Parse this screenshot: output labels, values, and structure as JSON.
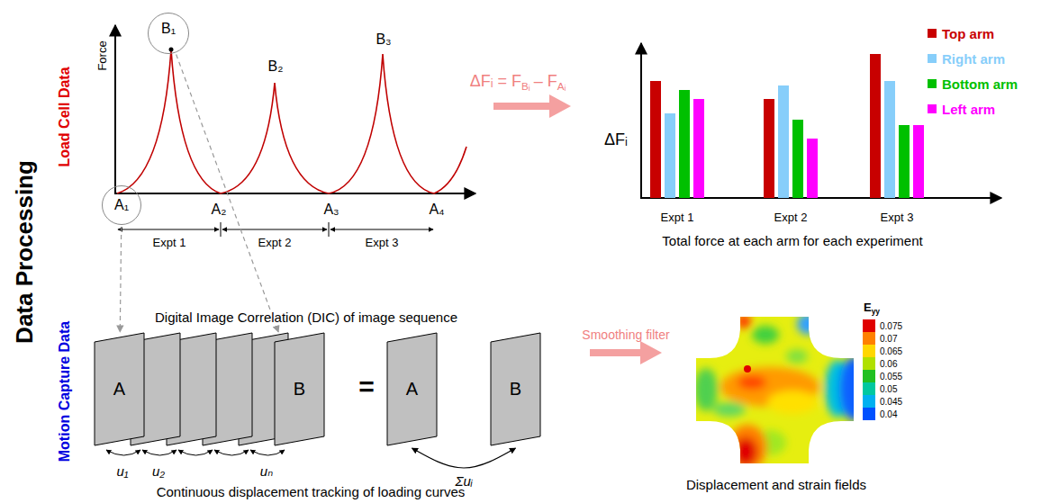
{
  "diagram": {
    "nodes": [
      {
        "text": [
          "A₁"
        ]
      },
      {
        "text": [
          "B₁"
        ]
      },
      {
        "text": [
          "A"
        ]
      },
      {
        "text": [
          "B"
        ]
      },
      {
        "text": [
          "A"
        ]
      },
      {
        "text": [
          "B"
        ]
      }
    ],
    "edges": [
      {
        "from": 0,
        "to": 2,
        "arrow": "to"
      },
      {
        "from": 1,
        "to": 3,
        "arrow": "to"
      },
      {
        "from": 4,
        "to": 5,
        "arrow": "both",
        "label": "Σuᵢ"
      }
    ],
    "labels": [
      "Data Processing",
      "Load Cell Data",
      "Motion Capture Data",
      "Force",
      "B₂",
      "B₃",
      "A₂",
      "A₃",
      "A₄",
      "Expt 1",
      "Expt 2",
      "Expt 3",
      "ΔFᵢ = F",
      "Bᵢ",
      "– F",
      "Aᵢ",
      "ΔFᵢ",
      "Expt 1",
      "Expt 2",
      "Expt 3",
      "Total force at each arm for each experiment",
      "Digital Image Correlation (DIC) of image sequence",
      "u₁",
      "u₂",
      "uₙ",
      "=",
      "Continuous displacement tracking of loading curves",
      "Smoothing filter",
      "E",
      "yy",
      "Displacement and strain fields"
    ],
    "legend": [
      {
        "text": "Top arm",
        "color": "#c80000"
      },
      {
        "text": "Right arm",
        "color": "#87cefa"
      },
      {
        "text": "Bottom arm",
        "color": "#00c000"
      },
      {
        "text": "Left arm",
        "color": "#ff00ff"
      },
      {
        "text": "0.075",
        "color": "#e00000"
      },
      {
        "text": "0.07",
        "color": "#ff8000"
      },
      {
        "text": "0.065",
        "color": "#ffd700"
      },
      {
        "text": "0.06",
        "color": "#b0e000"
      },
      {
        "text": "0.055",
        "color": "#22c022"
      },
      {
        "text": "0.05",
        "color": "#00c8a0"
      },
      {
        "text": "0.045",
        "color": "#00b0f0"
      },
      {
        "text": "0.04",
        "color": "#0050ff"
      }
    ]
  }
}
